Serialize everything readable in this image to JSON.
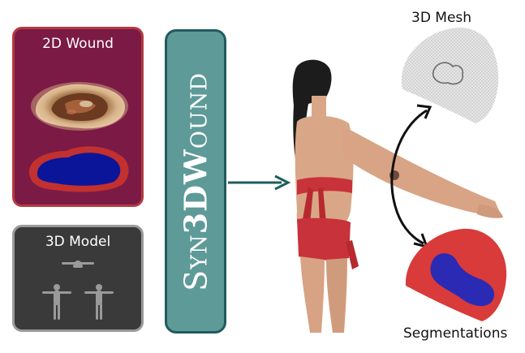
{
  "wound_panel": {
    "title": "2D Wound"
  },
  "model_panel": {
    "title": "3D Model"
  },
  "title_bar": {
    "cap1": "S",
    "rest1": "YN",
    "mid": "3D",
    "cap2": "W",
    "rest2": "OUND"
  },
  "mesh_label": "3D Mesh",
  "segmentations_label": "Segmentations",
  "colors": {
    "wound_panel": "#7a1a45",
    "wound_border": "#b33a40",
    "model_panel": "#3a3a3a",
    "title_bar": "#5e9a98",
    "title_border": "#235b5d",
    "segment_red": "#d93a3a",
    "segment_blue": "#2a2ab5",
    "mask_blue": "#0b1599"
  },
  "icons": [
    "wound-photo",
    "segmentation-mask",
    "human-model-thumbnails",
    "arrow-right-icon",
    "human-figure",
    "curved-arrow-icon",
    "mesh-patch",
    "segmentation-patch"
  ]
}
